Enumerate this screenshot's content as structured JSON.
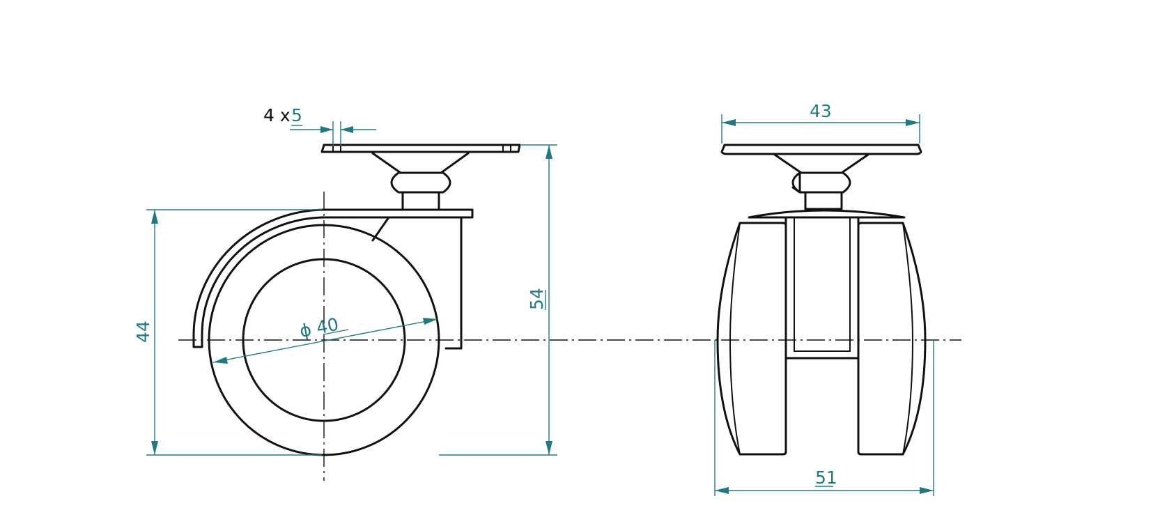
{
  "dimensions": {
    "hole_count": "4 x",
    "hole_size": "5",
    "plate_width": "43",
    "total_height": "54",
    "wheel_height": "44",
    "wheel_diameter": "ϕ 40",
    "overall_width": "51"
  },
  "colors": {
    "ink": "#111111",
    "dimension": "#1f7a7f"
  }
}
